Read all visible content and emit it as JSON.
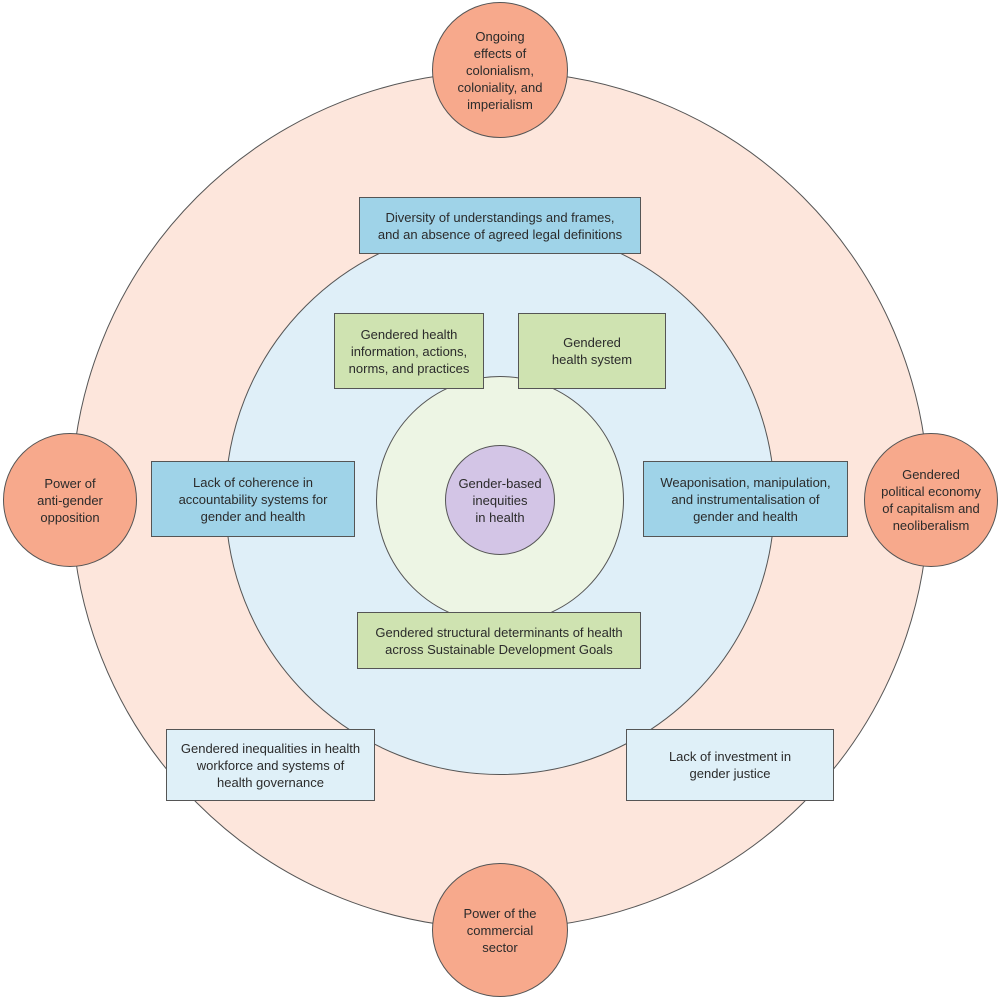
{
  "core": {
    "text": "Gender-based\ninequities\nin health"
  },
  "inner_ring": {
    "items": [
      {
        "id": "info",
        "text": "Gendered health\ninformation, actions,\nnorms, and practices"
      },
      {
        "id": "system",
        "text": "Gendered\nhealth system"
      },
      {
        "id": "structural",
        "text": "Gendered structural determinants of health\nacross Sustainable Development Goals"
      }
    ]
  },
  "middle_ring": {
    "items": [
      {
        "id": "diversity",
        "text": "Diversity of understandings and frames,\nand an absence of agreed legal definitions"
      },
      {
        "id": "coherence",
        "text": "Lack of coherence in\naccountability systems for\ngender and health"
      },
      {
        "id": "weaponisation",
        "text": "Weaponisation, manipulation,\nand instrumentalisation of\ngender and health"
      }
    ]
  },
  "outer_ring": {
    "boxes": [
      {
        "id": "workforce",
        "text": "Gendered inequalities in health\nworkforce and systems of\nhealth governance"
      },
      {
        "id": "investment",
        "text": "Lack of investment in\ngender justice"
      }
    ],
    "circles": [
      {
        "id": "colonialism",
        "text": "Ongoing\neffects of\ncolonialism,\ncoloniality, and\nimperialism"
      },
      {
        "id": "anti-gender",
        "text": "Power of\nanti-gender\nopposition"
      },
      {
        "id": "capitalism",
        "text": "Gendered\npolitical economy\nof capitalism and\nneoliberalism"
      },
      {
        "id": "commercial",
        "text": "Power of the\ncommercial\nsector"
      }
    ]
  },
  "colors": {
    "outer_ring": "#fde6dc",
    "middle_ring": "#dfeff8",
    "inner_ring": "#edf5e4",
    "core": "#d3c5e6",
    "outer_circles": "#f7a98c",
    "blue_boxes": "#9fd3e8",
    "green_boxes": "#cfe3b1",
    "light_blue_boxes": "#dff0f8"
  }
}
